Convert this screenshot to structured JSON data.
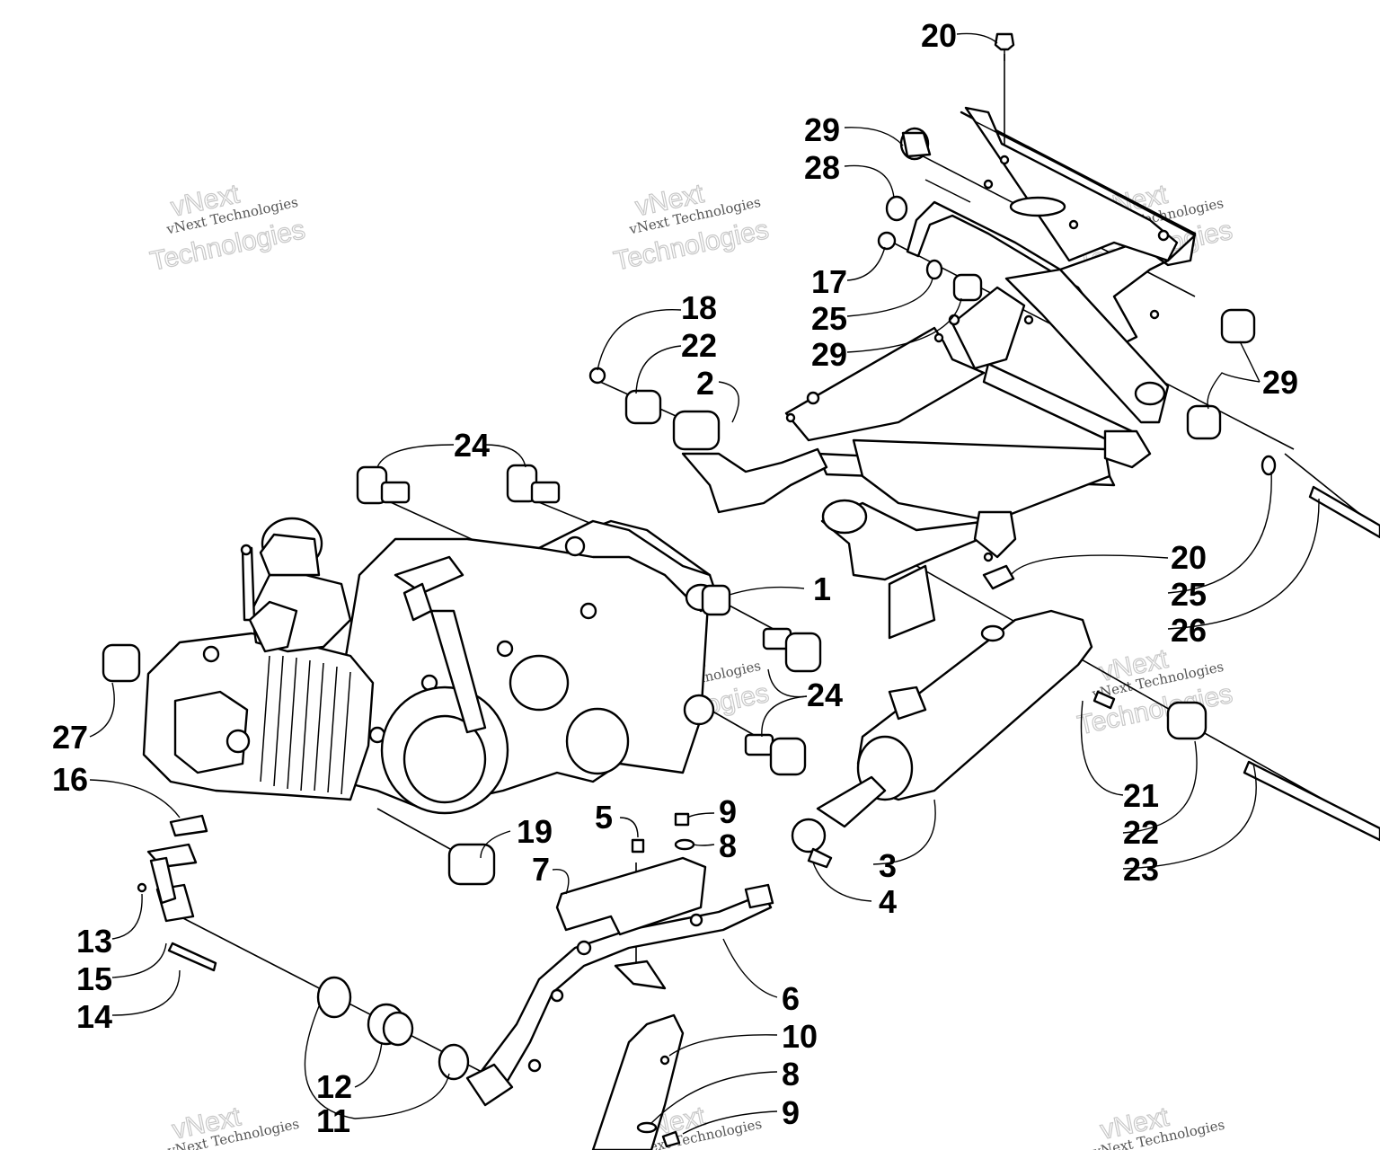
{
  "watermark": {
    "line1": "vNext",
    "line2": "vNext Technologies",
    "line3": "Technologies"
  },
  "callouts": {
    "c20a": "20",
    "c29a": "29",
    "c28": "28",
    "c17": "17",
    "c25a": "25",
    "c29b": "29",
    "c18": "18",
    "c22a": "22",
    "c2": "2",
    "c29c": "29",
    "c24a": "24",
    "c1": "1",
    "c20b": "20",
    "c25b": "25",
    "c26": "26",
    "c24b": "24",
    "c27": "27",
    "c16": "16",
    "c21": "21",
    "c22b": "22",
    "c23": "23",
    "c19": "19",
    "c5": "5",
    "c9a": "9",
    "c8a": "8",
    "c7": "7",
    "c3": "3",
    "c4": "4",
    "c13": "13",
    "c15": "15",
    "c14": "14",
    "c6": "6",
    "c10": "10",
    "c8b": "8",
    "c12": "12",
    "c11": "11",
    "c9b": "9"
  }
}
